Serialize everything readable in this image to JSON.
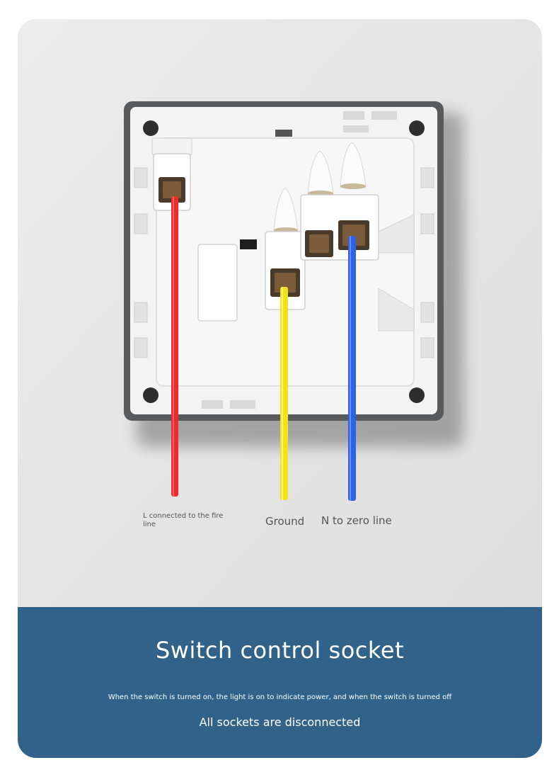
{
  "labels": {
    "live": "L connected to the fire line",
    "ground": "Ground",
    "neutral": "N to zero line"
  },
  "banner": {
    "title": "Switch control socket",
    "description": "When the switch is turned on, the light is on to indicate power, and when the switch is turned off",
    "subtitle": "All sockets are disconnected"
  },
  "colors": {
    "live_wire": "#ee2a2a",
    "ground_wire": "#f2e21a",
    "neutral_wire": "#2f63e6",
    "banner": "#31638a",
    "frame": "#595a5c"
  },
  "icons": {
    "socket": "wall-socket-back-icon"
  }
}
